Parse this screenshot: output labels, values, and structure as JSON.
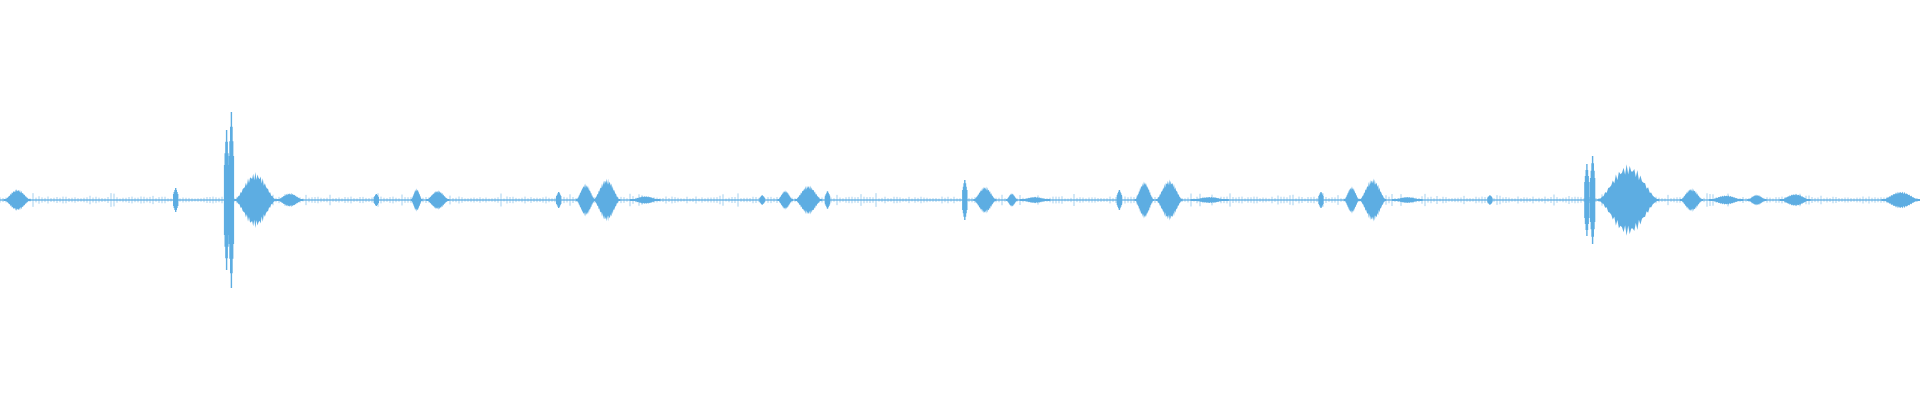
{
  "colors": {
    "background": "#ffffff",
    "waveform": "#5dade2"
  },
  "waveform": {
    "baseline_fraction": 0.5,
    "events": [
      {
        "type": "blob",
        "position": 0.009,
        "amplitude": 0.028,
        "half_width": 0.007
      },
      {
        "type": "spike",
        "position": 0.0915,
        "amplitude": 0.03
      },
      {
        "type": "spike",
        "position": 0.118,
        "amplitude": 0.175
      },
      {
        "type": "spike",
        "position": 0.1205,
        "amplitude": 0.22
      },
      {
        "type": "blob",
        "position": 0.133,
        "amplitude": 0.07,
        "half_width": 0.011
      },
      {
        "type": "blob",
        "position": 0.151,
        "amplitude": 0.018,
        "half_width": 0.007
      },
      {
        "type": "spike",
        "position": 0.196,
        "amplitude": 0.015
      },
      {
        "type": "blob",
        "position": 0.217,
        "amplitude": 0.03,
        "half_width": 0.003
      },
      {
        "type": "blob",
        "position": 0.228,
        "amplitude": 0.025,
        "half_width": 0.006
      },
      {
        "type": "spike",
        "position": 0.291,
        "amplitude": 0.02
      },
      {
        "type": "blob",
        "position": 0.305,
        "amplitude": 0.042,
        "half_width": 0.005
      },
      {
        "type": "blob",
        "position": 0.316,
        "amplitude": 0.055,
        "half_width": 0.007
      },
      {
        "type": "blob",
        "position": 0.336,
        "amplitude": 0.01,
        "half_width": 0.008
      },
      {
        "type": "spike",
        "position": 0.397,
        "amplitude": 0.012
      },
      {
        "type": "blob",
        "position": 0.409,
        "amplitude": 0.025,
        "half_width": 0.004
      },
      {
        "type": "blob",
        "position": 0.421,
        "amplitude": 0.038,
        "half_width": 0.007
      },
      {
        "type": "spike",
        "position": 0.431,
        "amplitude": 0.022
      },
      {
        "type": "spike",
        "position": 0.5025,
        "amplitude": 0.05
      },
      {
        "type": "blob",
        "position": 0.513,
        "amplitude": 0.035,
        "half_width": 0.006
      },
      {
        "type": "blob",
        "position": 0.527,
        "amplitude": 0.018,
        "half_width": 0.003
      },
      {
        "type": "blob",
        "position": 0.539,
        "amplitude": 0.008,
        "half_width": 0.008
      },
      {
        "type": "spike",
        "position": 0.583,
        "amplitude": 0.025
      },
      {
        "type": "blob",
        "position": 0.596,
        "amplitude": 0.048,
        "half_width": 0.005
      },
      {
        "type": "blob",
        "position": 0.609,
        "amplitude": 0.052,
        "half_width": 0.007
      },
      {
        "type": "blob",
        "position": 0.63,
        "amplitude": 0.008,
        "half_width": 0.01
      },
      {
        "type": "spike",
        "position": 0.688,
        "amplitude": 0.02
      },
      {
        "type": "blob",
        "position": 0.704,
        "amplitude": 0.035,
        "half_width": 0.004
      },
      {
        "type": "blob",
        "position": 0.715,
        "amplitude": 0.055,
        "half_width": 0.007
      },
      {
        "type": "blob",
        "position": 0.733,
        "amplitude": 0.008,
        "half_width": 0.008
      },
      {
        "type": "spike",
        "position": 0.776,
        "amplitude": 0.012
      },
      {
        "type": "spike",
        "position": 0.8265,
        "amplitude": 0.09
      },
      {
        "type": "spike",
        "position": 0.8295,
        "amplitude": 0.11
      },
      {
        "type": "blob",
        "position": 0.848,
        "amplitude": 0.09,
        "half_width": 0.016
      },
      {
        "type": "blob",
        "position": 0.881,
        "amplitude": 0.03,
        "half_width": 0.006
      },
      {
        "type": "blob",
        "position": 0.899,
        "amplitude": 0.012,
        "half_width": 0.009
      },
      {
        "type": "blob",
        "position": 0.915,
        "amplitude": 0.014,
        "half_width": 0.005
      },
      {
        "type": "blob",
        "position": 0.935,
        "amplitude": 0.016,
        "half_width": 0.008
      },
      {
        "type": "blob",
        "position": 0.99,
        "amplitude": 0.022,
        "half_width": 0.01
      }
    ]
  }
}
